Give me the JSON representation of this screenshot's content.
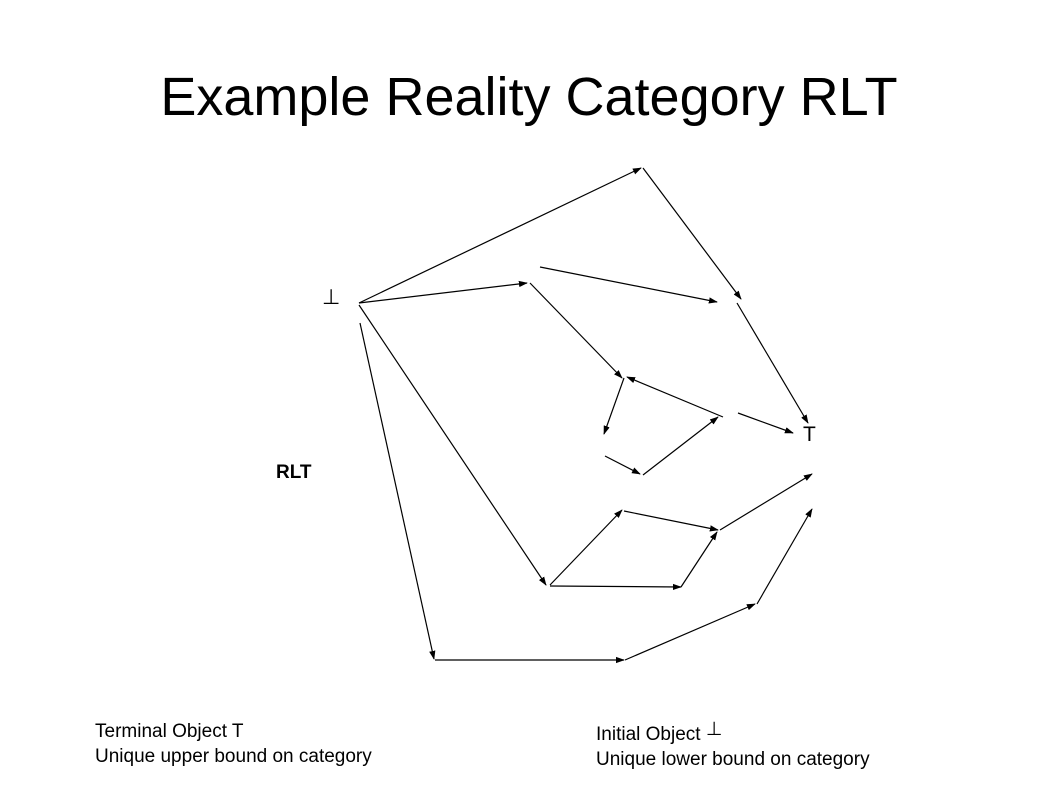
{
  "slide": {
    "title": "Example Reality Category RLT",
    "labels": {
      "initial_symbol": "⊥",
      "terminal_symbol": "T",
      "category_name": "RLT"
    },
    "notes": {
      "terminal": {
        "line1": "Terminal Object T",
        "line2": "Unique upper bound on category"
      },
      "initial": {
        "line1_text": "Initial Object",
        "line1_symbol": "⊥",
        "line2": "Unique lower bound on category"
      }
    }
  },
  "diagram_style": {
    "stroke_color": "#000000",
    "background": "#ffffff"
  }
}
